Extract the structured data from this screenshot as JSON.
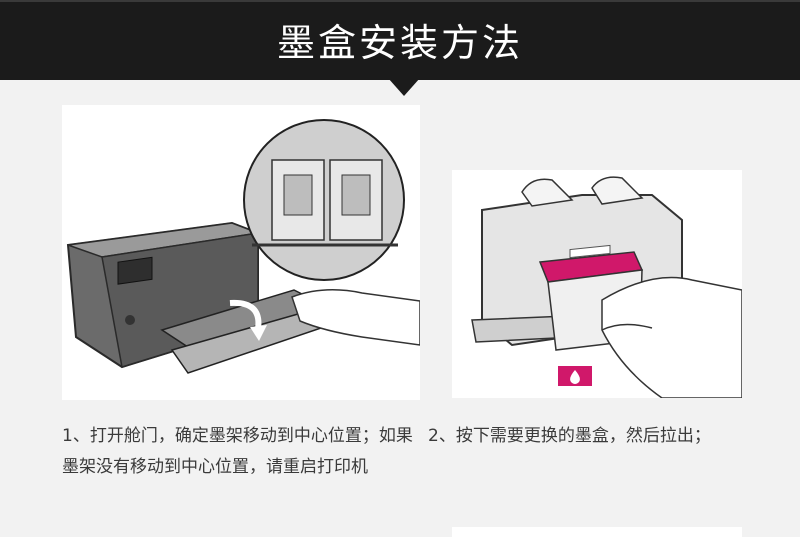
{
  "header": {
    "title": "墨盒安装方法"
  },
  "steps": [
    {
      "text": "1、打开舱门，确定墨架移动到中心位置；如果墨架没有移动到中心位置，请重启打印机"
    },
    {
      "text": "2、按下需要更换的墨盒，然后拉出；"
    }
  ],
  "colors": {
    "header_bg": "#1b1b1b",
    "page_bg": "#f2f2f2",
    "magenta": "#d0186a"
  },
  "icons": [
    "printer-illustration",
    "cartridge-illustration",
    "droplet-icon"
  ]
}
